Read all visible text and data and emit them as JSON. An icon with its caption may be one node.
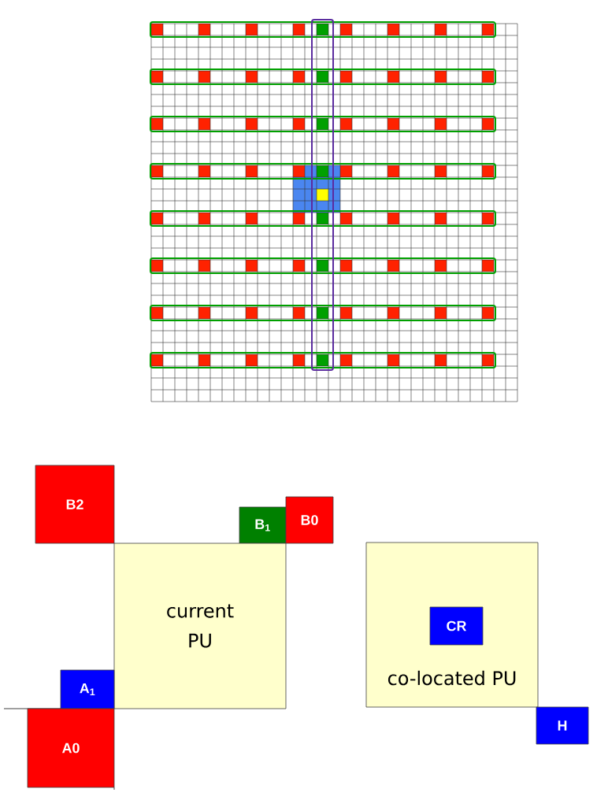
{
  "diagram": {
    "nodes": [
      {
        "text": [
          "B2"
        ]
      },
      {
        "text": [
          "B$_{1}$"
        ]
      },
      {
        "text": [
          "B0"
        ]
      },
      {
        "text": [
          "current PU"
        ]
      },
      {
        "text": [
          "A$_{1}$"
        ]
      },
      {
        "text": [
          "A0"
        ]
      },
      {
        "text": [
          "co-located PU"
        ]
      },
      {
        "text": [
          "CR"
        ],
        "in": 6
      },
      {
        "text": [
          "H"
        ]
      }
    ]
  }
}
